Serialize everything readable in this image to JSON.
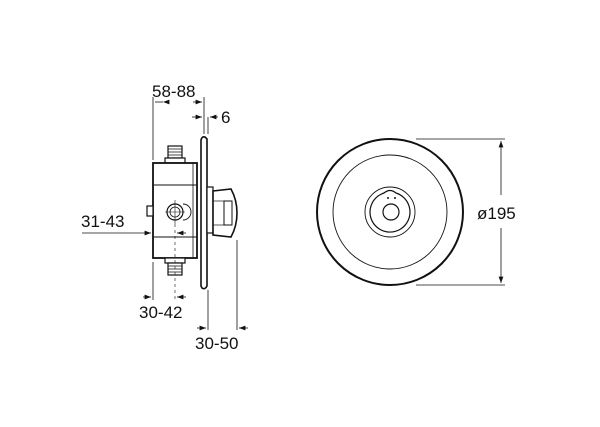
{
  "drawing": {
    "side_view": {
      "dim_top_width": "58-88",
      "dim_plate": "6",
      "dim_left": "31-43",
      "dim_bottom_inner": "30-42",
      "dim_bottom_outer": "30-50"
    },
    "front_view": {
      "dim_diameter": "ø195"
    },
    "colors": {
      "line": "#111111",
      "background": "#ffffff"
    }
  }
}
